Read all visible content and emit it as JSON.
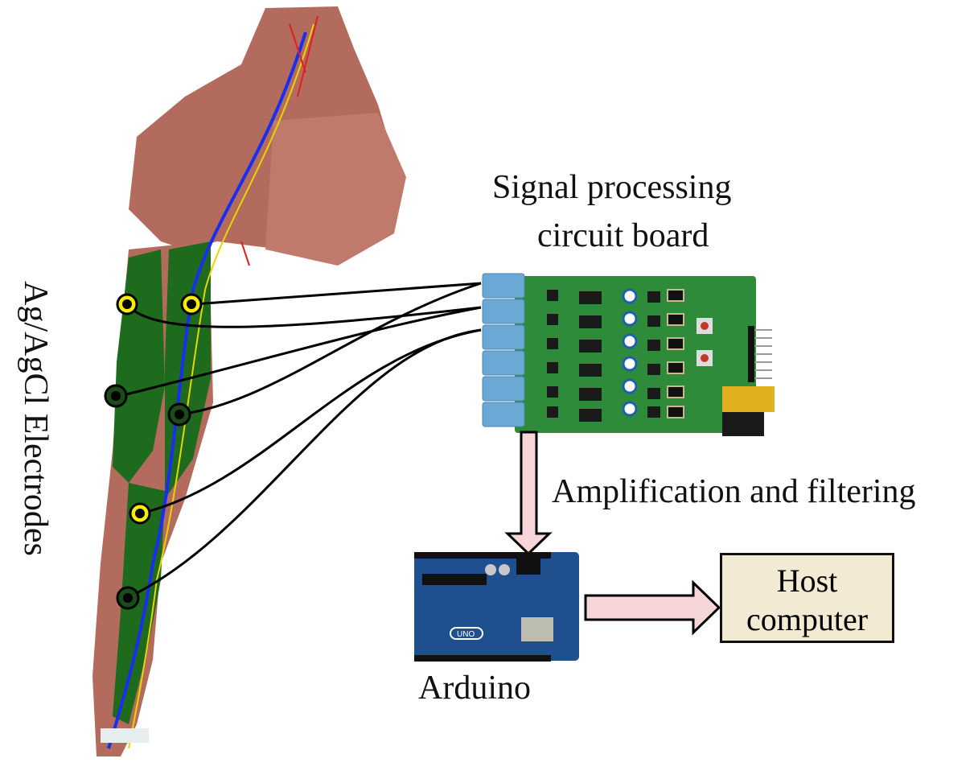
{
  "figure": {
    "electrodes_label": "Ag/AgCl Electrodes",
    "board_label_line1": "Signal processing",
    "board_label_line2": "circuit board",
    "amplification_label": "Amplification and filtering",
    "arduino_label": "Arduino",
    "host_label_line1": "Host",
    "host_label_line2": "computer",
    "arduino_logo_text": "UNO",
    "colors": {
      "muscle": "#b36b5e",
      "highlight_muscle": "#1e6b1e",
      "electrode_yellow": "#f5ee00",
      "electrode_dark": "#1b4d1b",
      "pcb_green": "#2e8b3a",
      "connector_blue": "#6aa8d6",
      "arrow_fill": "#f7d6da",
      "host_box_fill": "#f2ead2",
      "arduino_blue": "#1f4f8f"
    },
    "electrodes": [
      {
        "type": "yellow-ring"
      },
      {
        "type": "yellow-ring"
      },
      {
        "type": "dark-ring"
      },
      {
        "type": "dark-ring"
      },
      {
        "type": "yellow-ring"
      },
      {
        "type": "dark-ring"
      }
    ],
    "connector_count": 6,
    "potentiometer_count": 6
  }
}
